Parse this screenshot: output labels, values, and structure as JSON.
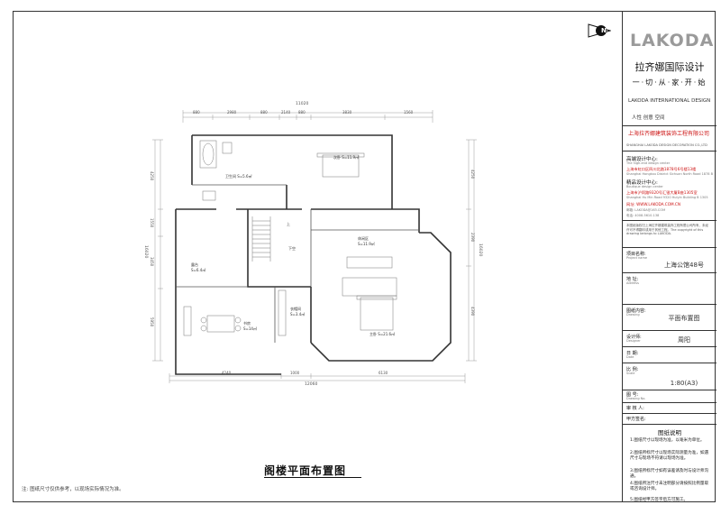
{
  "title_block": {
    "logo": "LAKODA",
    "company_cn": "拉齐娜国际设计",
    "slogan": "一·切·从·家·开·始",
    "company_en": "LAKODA INTERNATIONAL DESIGN",
    "meta": "人性    创意    空间",
    "company_name": "上海拉齐娜建筑装饰工程有限公司",
    "company_name_en": "SHANGHAI LAKODA DESIGN DECORATION CO.,LTD",
    "hq_label": "高端设计中心:",
    "hq_sub": "The high-end design center",
    "hq_addr": "上海市虹口区四川北路1878号6号楼13楼",
    "hq_addr_en": "Shanghai Hongkou District Sichuan North Road 1878 Building 6 Floor 13",
    "boutique_label": "精品设计中心:",
    "boutique_sub": "Boutique design center",
    "boutique_addr": "上海市沪闵路9320号汇银大厦B座1305室",
    "boutique_addr_en": "Shanghai Hu Min Road 9320 Huiyin Building B 1305",
    "web": "网址: WWW.LAKODA.COM.CN",
    "email": "邮箱: LAKODA@163.COM",
    "tel": "电话: 4008-5610-138",
    "copyright": "本图纸版权归上海拉齐娜建筑装饰工程有限公司所有，未经许可不得翻印或用于其他工程。The copyright of this drawing belongs to LAKODA.",
    "project_label": "项目名称:",
    "project_sub": "Project name",
    "project_value": "上海公馆48号",
    "address_label": "地 址:",
    "address_sub": "Address",
    "drawing_label": "图纸内容:",
    "drawing_sub": "Drawing",
    "drawing_value": "平面布置图",
    "designer_label": "设计师:",
    "designer_sub": "Designer",
    "designer_value": "周阳",
    "date_label": "日 期:",
    "date_sub": "Date",
    "scale_label": "比 例:",
    "scale_sub": "Scale",
    "scale_value": "1:80(A3)",
    "drawing_no_label": "图 号:",
    "drawing_no_sub": "Drawing No.",
    "review_label": "审 核 人:",
    "approve_label": "甲方签名:",
    "notes_title": "图纸说明",
    "notes": [
      "1.图纸尺寸以现场为准，以毫米为单位。",
      "2.图纸所标尺寸以现场实际测量为准，如遇尺寸与现场不符请以现场为准。",
      "3.图纸所标尺寸如有误差请及时与设计师沟通。",
      "4.图纸所注尺寸未注明部分请按照比例量取或咨询设计师。",
      "5.图纸经甲方签字后方可施工。"
    ]
  },
  "north": "N",
  "plan": {
    "title": "阁楼平面布置图",
    "footnote": "注: 图纸尺寸仅供参考，以现场实际情况为准。",
    "rooms": {
      "bath": "卫生间",
      "bath_area": "S=5.6㎡",
      "bed2": "次卧",
      "bed2_area": "S=11.9㎡",
      "stair": "上",
      "void": "下空",
      "balcony": "露台",
      "balcony_area": "S=6.4㎡",
      "corridor": "休闲区",
      "corridor_area": "S=11.9㎡",
      "closet": "衣帽间",
      "closet_area": "S=3.4㎡",
      "study": "书房",
      "study_area": "S=14㎡",
      "master": "主卧",
      "master_area": "S=21.6㎡"
    },
    "dims_top": [
      "880",
      "2980",
      "880",
      "2140",
      "880",
      "3830",
      "1560"
    ],
    "dim_total_top": "11020",
    "dims_bottom": [
      "4240",
      "1000",
      "6130"
    ],
    "dim_total_bottom": "12060",
    "dims_left": [
      "4250",
      "1550",
      "3450",
      "5950"
    ],
    "dim_total_left": "16020",
    "dims_right": [
      "4250",
      "2390",
      "4390"
    ],
    "dim_total_right": "16020"
  }
}
